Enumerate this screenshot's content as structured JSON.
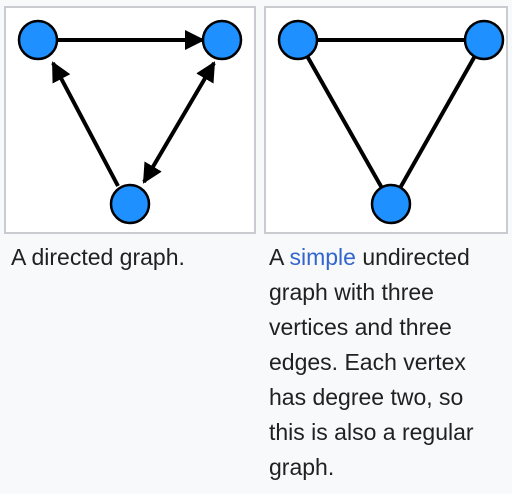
{
  "figure_left": {
    "caption": "A directed graph."
  },
  "figure_right": {
    "caption_before": "A ",
    "caption_link": "simple",
    "caption_after": " undirected graph with three vertices and three edges. Each vertex has degree two, so this is also a regular graph."
  },
  "colors": {
    "vertex_fill": "#1e90ff",
    "edge": "#000000",
    "link": "#3366cc",
    "thumb_border": "#c8ccd1",
    "background": "#f8f9fa"
  }
}
